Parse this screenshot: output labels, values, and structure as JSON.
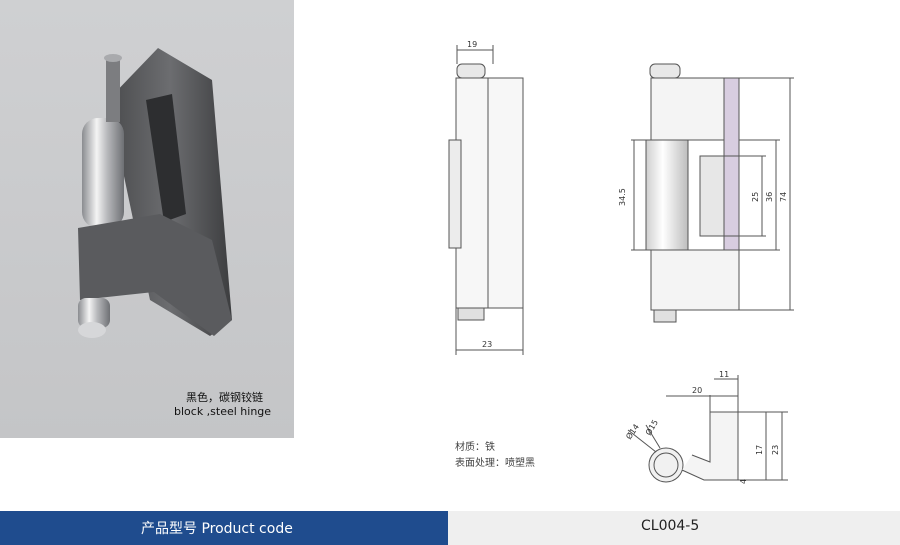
{
  "photo": {
    "caption_cn": "黑色，碳钢铰链",
    "caption_en": "block ,steel hinge"
  },
  "drawing": {
    "side_view": {
      "width_top": "19",
      "width_bottom": "23"
    },
    "front_view": {
      "barrel_height": "34.5",
      "slot_25": "25",
      "slot_36": "36",
      "overall_74": "74"
    },
    "top_view": {
      "d14": "Ø14",
      "d15": "Ø15",
      "w20": "20",
      "w11": "11",
      "h17": "17",
      "h23": "23",
      "h4": "4"
    }
  },
  "material": {
    "line1": "材质：铁",
    "line2": "表面处理：喷塑黑"
  },
  "footer": {
    "label": "产品型号  Product code",
    "code": "CL004-5"
  },
  "colors": {
    "footer_blue": "#1f4c8e",
    "footer_gray": "#efefef",
    "photo_bg": "#c9cacc"
  }
}
